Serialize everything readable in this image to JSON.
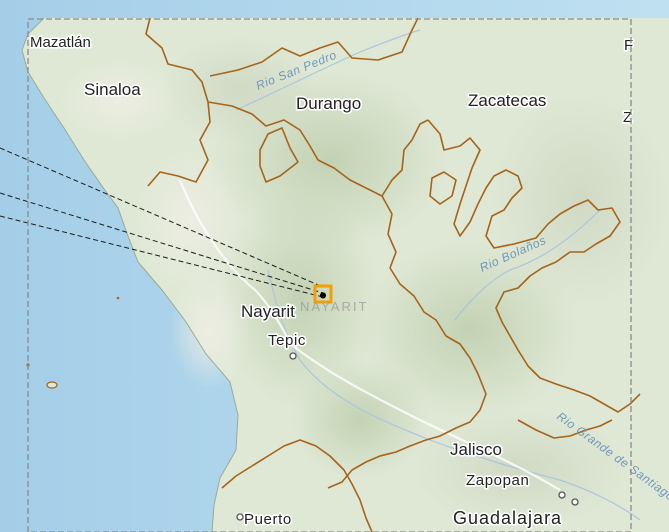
{
  "map": {
    "states": [
      "Sinaloa",
      "Durango",
      "Zacatecas",
      "Nayarit",
      "Jalisco"
    ],
    "cities": [
      "Mazatlán",
      "Tepic",
      "Zapopan",
      "Guadalajara",
      "Puerto"
    ],
    "rivers": [
      "Rio San Pedro",
      "Rio Bolaños",
      "Rio Grande de Santiago"
    ],
    "edge_glyphs": {
      "right_top": "F",
      "right_mid": "Z"
    },
    "faded_label": "NAYARIT",
    "highlight": {
      "color": "#f5a000",
      "glyph": "●"
    },
    "colors": {
      "ocean": "#a9d1ea",
      "land": "#dfe8d5",
      "border": "#a6641a",
      "highlight": "#f5a000"
    }
  }
}
